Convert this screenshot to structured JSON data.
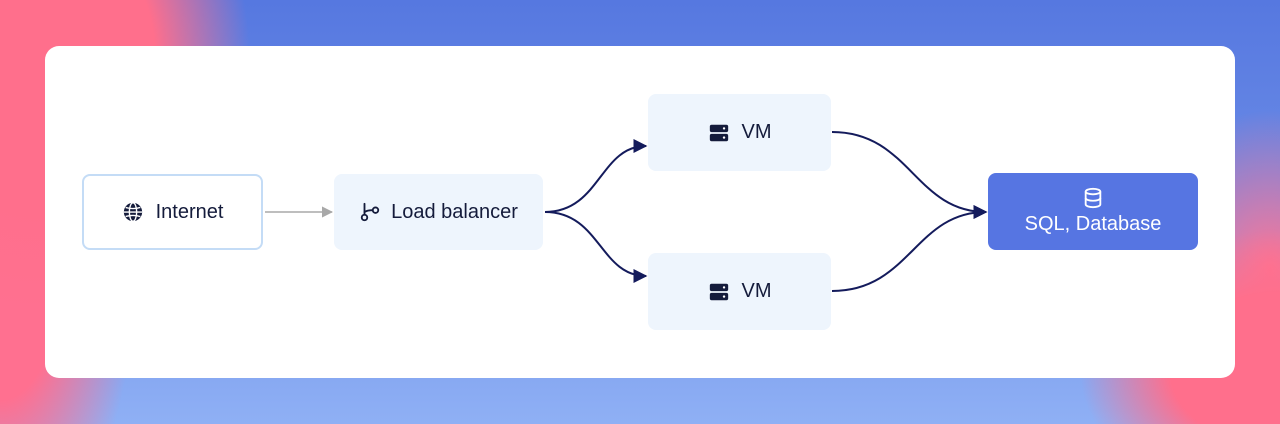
{
  "diagram": {
    "nodes": {
      "internet": {
        "label": "Internet",
        "icon": "globe-icon"
      },
      "load_balancer": {
        "label": "Load balancer",
        "icon": "branch-icon"
      },
      "vm_top": {
        "label": "VM",
        "icon": "server-icon"
      },
      "vm_bottom": {
        "label": "VM",
        "icon": "server-icon"
      },
      "database": {
        "label": "SQL, Database",
        "icon": "database-icon"
      }
    },
    "edges": [
      {
        "from": "internet",
        "to": "load_balancer"
      },
      {
        "from": "load_balancer",
        "to": "vm_top"
      },
      {
        "from": "load_balancer",
        "to": "vm_bottom"
      },
      {
        "from": "vm_top",
        "to": "database"
      },
      {
        "from": "vm_bottom",
        "to": "database"
      }
    ],
    "colors": {
      "accent": "#5675e2",
      "node_fill": "#eef5fd",
      "node_border": "#c4dcf6",
      "arrow_dark": "#141b5c",
      "arrow_light": "#a8a8a8",
      "text": "#141b3b"
    }
  }
}
